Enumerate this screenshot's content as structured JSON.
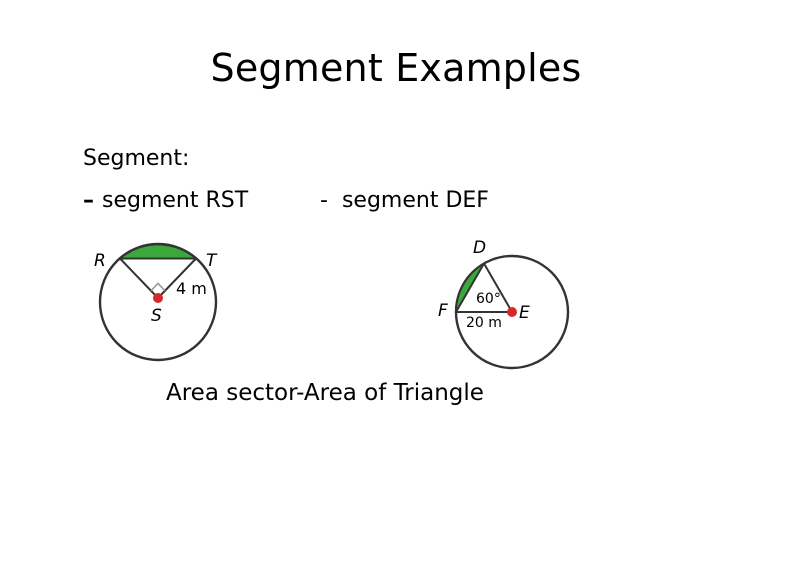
{
  "slide": {
    "title": "Segment Examples",
    "bullet_heading": "Segment:",
    "bullet_dash": "–",
    "bullet_rst": "segment RST",
    "bullet_def_dash": "-",
    "bullet_def": "segment DEF",
    "caption": "Area sector-Area of Triangle"
  },
  "figure_rst": {
    "labels": {
      "r": "R",
      "t": "T",
      "s": "S",
      "radius": "4 m"
    },
    "fill_color": "#3aa83a",
    "center_color": "#d62828"
  },
  "figure_def": {
    "labels": {
      "d": "D",
      "e": "E",
      "f": "F",
      "angle": "60°",
      "radius": "20 m"
    },
    "fill_color": "#3aa83a",
    "center_color": "#d62828"
  }
}
